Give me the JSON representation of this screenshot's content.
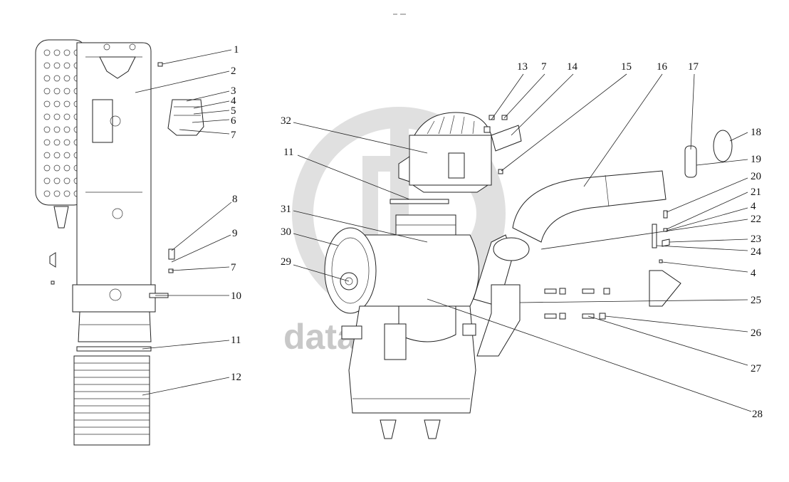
{
  "watermark": {
    "text": "data-parts",
    "color": "#c8c8c8"
  },
  "callouts": [
    "1",
    "2",
    "3",
    "4",
    "5",
    "6",
    "7",
    "8",
    "9",
    "7",
    "10",
    "11",
    "12",
    "13",
    "7",
    "14",
    "15",
    "16",
    "17",
    "18",
    "19",
    "20",
    "21",
    "4",
    "22",
    "23",
    "24",
    "4",
    "25",
    "26",
    "27",
    "28",
    "29",
    "30",
    "31",
    "32",
    "11"
  ],
  "colors": {
    "line": "#222222",
    "background": "#ffffff"
  }
}
